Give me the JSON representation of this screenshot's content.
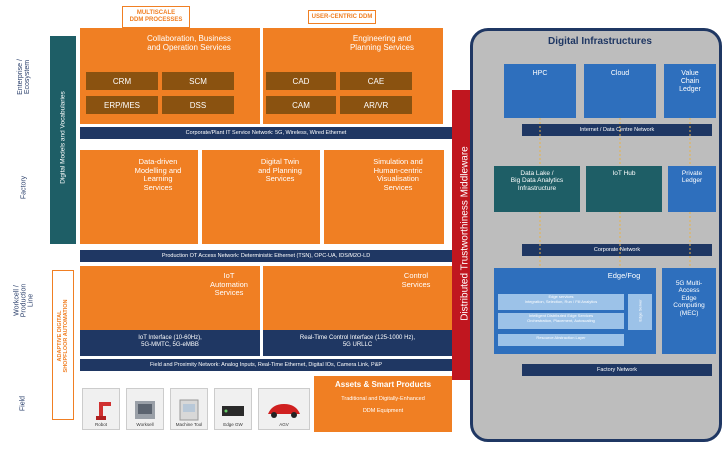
{
  "top_tags": {
    "multiscale": "MULTISCALE\nDDM PROCESSES",
    "user_centric": "USER-CENTRIC DDM"
  },
  "side_labels": {
    "enterprise": "Enterprise /\nEcosystem",
    "factory": "Factory",
    "workcell": "Workcell /\nProduction\nLine",
    "field": "Field",
    "digital_models": "Digital Models and Vocabularies",
    "adaptive": "ADAPTIVE DIGITAL\nSHOPFLOOR AUTOMATION"
  },
  "enterprise": {
    "collab_title": "Collaboration, Business\nand Operation Services",
    "collab_tools": [
      "CRM",
      "SCM",
      "ERP/MES",
      "DSS"
    ],
    "eng_title": "Engineering and\nPlanning Services",
    "eng_tools": [
      "CAD",
      "CAE",
      "CAM",
      "AR/VR"
    ]
  },
  "network_bars": {
    "corporate": "Corporate/Plant IT Service Network: 5G, Wireless, Wired Ethernet",
    "production": "Production OT Access Network: Deterministic Ethernet (TSN), OPC-UA, IDS/M2O-LD",
    "field": "Field and Proximity Network: Analog Inputs, Real-Time Ethernet, Digital IOs, Camera Link, P&P"
  },
  "factory_services": [
    "Data-driven\nModelling and\nLearning\nServices",
    "Digital Twin\nand Planning\nServices",
    "Simulation and\nHuman-centric\nVisualisation\nServices"
  ],
  "workcell": {
    "iot_title": "IoT\nAutomation\nServices",
    "iot_interface": "IoT Interface (10-60Hz),\n5G-MMTC, 5G-eMBB",
    "control_title": "Control\nServices",
    "control_interface": "Real-Time Control Interface (125-1000 Hz),\n5G URLLC"
  },
  "field_row": {
    "assets_title": "Assets & Smart Products",
    "assets_sub1": "Traditional and Digitally-Enhanced",
    "assets_sub2": "DDM Equipment",
    "devices": [
      "Robot",
      "Worksell",
      "Machine Tool",
      "Edge GW",
      "AGV"
    ]
  },
  "middleware": "Distributed Trustworthiness Middleware",
  "digital_infra": {
    "title": "Digital Infrastructures",
    "top_boxes": [
      "HPC",
      "Cloud",
      "Value\nChain\nLedger"
    ],
    "internet_bar": "Internet / Data Centre Network",
    "mid_boxes": [
      "Data Lake /\nBig Data Analytics\nInfrastructure",
      "IoT Hub",
      "Private\nLedger"
    ],
    "corporate_bar": "Corporate Network",
    "edge_title": "Edge/Fog",
    "edge_items": [
      "Edge services\nIntegration, Selection, Run / Fill Analytics",
      "Intelligent Distributed Edge Services\nOrchestration, Placement, Autoscaling",
      "Resource Abstraction Layer"
    ],
    "edge_side": "Edge Server",
    "mec": "5G Multi-\nAccess\nEdge\nComputing\n(MEC)",
    "factory_bar": "Factory Network"
  },
  "colors": {
    "orange": "#f07f23",
    "navy": "#1f3763",
    "teal": "#1e5e66",
    "red": "#c0161f",
    "blue": "#2e6fbd",
    "grey": "#bdbdbd"
  }
}
